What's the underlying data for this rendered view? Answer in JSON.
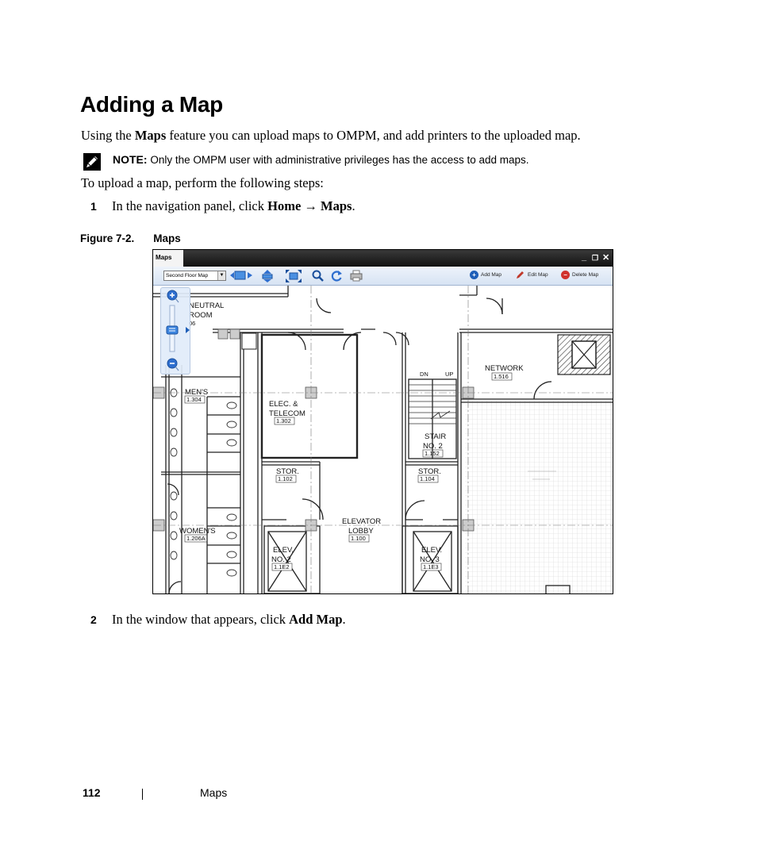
{
  "heading": "Adding a Map",
  "intro": {
    "before": "Using the ",
    "bold": "Maps",
    "after": " feature you can upload maps to OMPM, and add printers to the uploaded map."
  },
  "note": {
    "label": "NOTE:",
    "text": "Only the OMPM user with administrative privileges has the access to add maps."
  },
  "upload_text": "To upload a map, perform the following steps:",
  "step1": {
    "num": "1",
    "before": "In the navigation panel, click ",
    "bold1": "Home",
    "arrow": " → ",
    "bold2": "Maps",
    "after": "."
  },
  "figure": {
    "tag": "Figure 7-2.",
    "title": "Maps"
  },
  "window": {
    "tab": "Maps",
    "controls": [
      "_",
      "❐",
      "✕"
    ],
    "map_select": "Second Floor Map",
    "add_map": "Add Map",
    "edit_map": "Edit Map",
    "delete_map": "Delete Map",
    "accent": "#1f5fb8"
  },
  "rooms": {
    "neutral": "NEUTRAL",
    "neutral2": "ROOM",
    "neutral_num": "06",
    "mens": "MEN'S",
    "mens_num": "1.304",
    "elec1": "ELEC. &",
    "elec2": "TELECOM",
    "elec_num": "1.302",
    "network": "NETWORK",
    "network_num": "1.516",
    "dn": "DN",
    "up": "UP",
    "stair1": "STAIR",
    "stair2": "NO. 2",
    "stair_num": "1.152",
    "stor_left": "STOR.",
    "stor_left_num": "1.102",
    "stor_right": "STOR.",
    "stor_right_num": "1.104",
    "lobby1": "ELEVATOR",
    "lobby2": "LOBBY",
    "lobby_num": "1.100",
    "womens": "WOMEN'S",
    "womens_num": "1.206A",
    "elev2a": "ELEV.",
    "elev2b": "NO. 2",
    "elev2_num": "1.1E2",
    "elev3a": "ELEV.",
    "elev3b": "NO. 3",
    "elev3_num": "1.1E3"
  },
  "step2": {
    "num": "2",
    "before": "In the window that appears, click ",
    "bold": "Add Map",
    "after": "."
  },
  "footer": {
    "page": "112",
    "section": "Maps"
  }
}
